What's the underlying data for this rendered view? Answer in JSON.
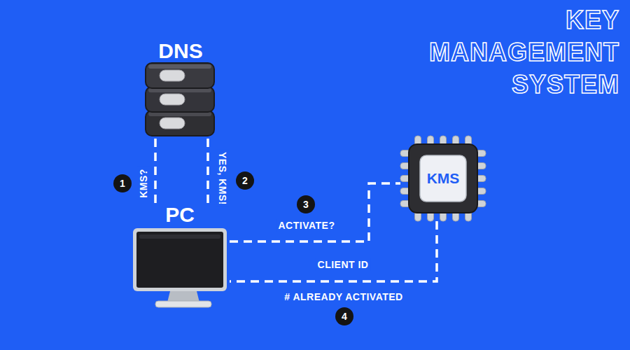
{
  "diagram": {
    "title": "KEY MANAGEMENT SYSTEM",
    "nodes": [
      {
        "text": [
          "DNS"
        ]
      },
      {
        "text": [
          "PC"
        ]
      },
      {
        "text": [
          "KMS"
        ]
      }
    ],
    "edges": [
      {
        "from": 1,
        "to": 0,
        "label": "KMS?",
        "arrow": "none"
      },
      {
        "from": 0,
        "to": 1,
        "label": "YES, KMS!",
        "arrow": "none"
      },
      {
        "from": 1,
        "to": 2,
        "label": "ACTIVATE?",
        "arrow": "none"
      },
      {
        "from": 2,
        "to": 1,
        "label": "CLIENT ID",
        "arrow": "none"
      }
    ],
    "labels": [
      "1",
      "2",
      "3",
      "4",
      "# ALREADY ACTIVATED"
    ]
  }
}
